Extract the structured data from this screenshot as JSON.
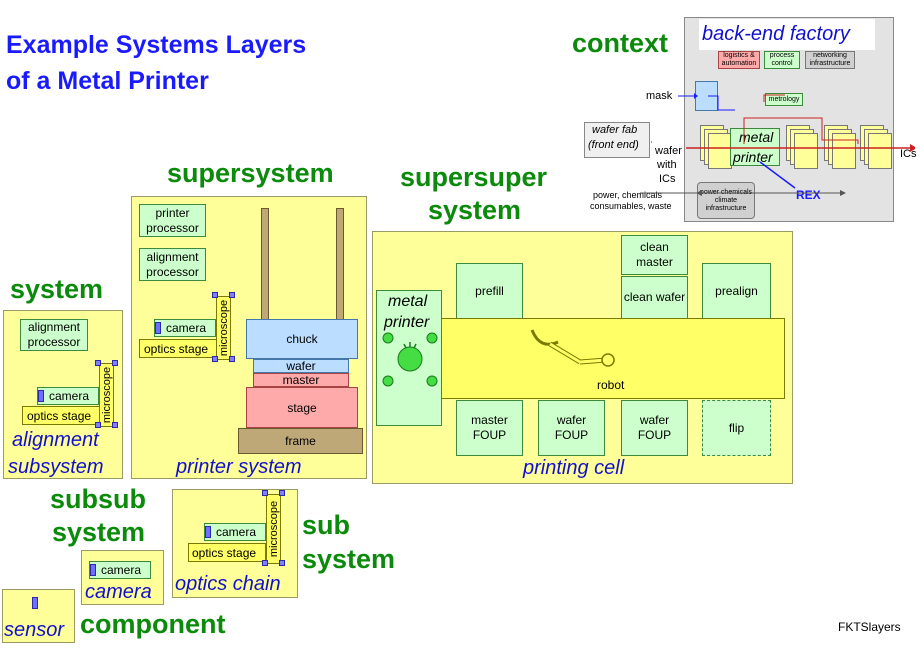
{
  "title": {
    "line1": "Example Systems Layers",
    "line2": "of a Metal Printer"
  },
  "levels": {
    "context": "context",
    "supersupersystem_1": "supersuper",
    "supersupersystem_2": "system",
    "supersystem": "supersystem",
    "system": "system",
    "subsystem_1": "sub",
    "subsystem_2": "system",
    "subsubsystem_1": "subsub",
    "subsubsystem_2": "system",
    "component": "component"
  },
  "captions": {
    "alignment_subsystem_1": "alignment",
    "alignment_subsystem_2": "subsystem",
    "printer_system": "printer system",
    "printing_cell": "printing cell",
    "optics_chain": "optics chain",
    "camera": "camera",
    "sensor": "sensor",
    "back_end_factory": "back-end factory"
  },
  "system": {
    "alignment_processor": "alignment processor",
    "camera": "camera",
    "optics_stage": "optics stage",
    "microscope": "microscope"
  },
  "printer": {
    "printer_processor": "printer processor",
    "alignment_processor": "alignment processor",
    "camera": "camera",
    "optics_stage": "optics stage",
    "microscope": "microscope",
    "chuck": "chuck",
    "wafer": "wafer",
    "master": "master",
    "stage": "stage",
    "frame": "frame"
  },
  "cell": {
    "metal_printer_1": "metal",
    "metal_printer_2": "printer",
    "prefill": "prefill",
    "clean_master": "clean master",
    "clean_wafer": "clean wafer",
    "prealign": "prealign",
    "robot": "robot",
    "master_foup": "master FOUP",
    "wafer_foup_1": "wafer FOUP",
    "wafer_foup_2": "wafer FOUP",
    "flip": "flip"
  },
  "optics": {
    "camera": "camera",
    "optics_stage": "optics stage",
    "microscope": "microscope"
  },
  "component": {
    "camera": "camera"
  },
  "context_diagram": {
    "logistics": "logistics & automation",
    "process_control": "process control",
    "networking": "networking infrastructure",
    "mask": "mask",
    "metrology": "metrology",
    "wafer_fab_1": "wafer fab",
    "wafer_fab_2": "(front end)",
    "wafer_with_ics_1": "wafer",
    "wafer_with_ics_2": "with",
    "wafer_with_ics_3": "ICs",
    "metal_printer_1": "metal",
    "metal_printer_2": "printer",
    "ics": "ICs",
    "rex": "REX",
    "power_text_1": "power, chemicals",
    "power_text_2": "consumables, waste",
    "infrastructure": "power chemicals climate infrastructure"
  },
  "footer": "FKTSlayers"
}
